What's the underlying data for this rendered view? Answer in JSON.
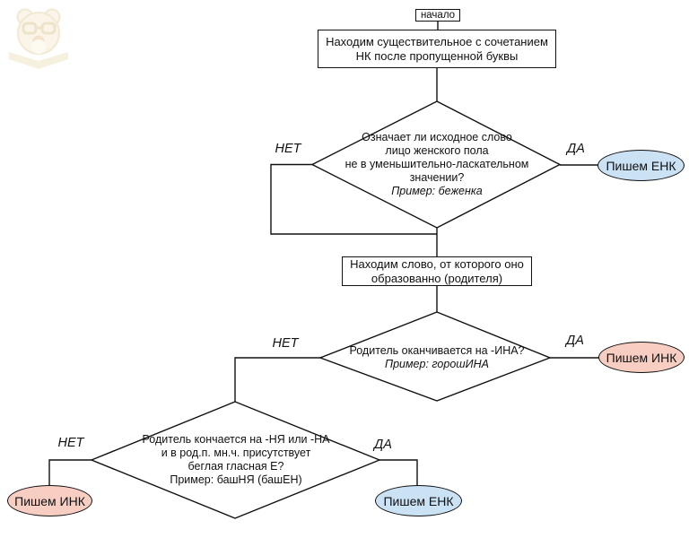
{
  "colors": {
    "background": "#ffffff",
    "stroke": "#111111",
    "enk_fill": "#cbe2f5",
    "ink_fill": "#f8cec2",
    "watermark": "#f6f0de"
  },
  "labels": {
    "yes": "ДА",
    "no": "НЕТ"
  },
  "watermark_icon": "bear-with-book-logo",
  "nodes": {
    "start": {
      "label": "начало"
    },
    "find_noun": {
      "lines": [
        "Находим существительное с сочетанием",
        "НК после пропущенной буквы"
      ]
    },
    "decision_feminine": {
      "lines": [
        "Означает ли исходное слово",
        "лицо женского пола",
        "не в уменьшительно-ласкательном",
        "значении?"
      ],
      "example": "Пример: беженка"
    },
    "result_enk_1": {
      "label": "Пишем ЕНК"
    },
    "find_parent": {
      "lines": [
        "Находим слово, от которого оно",
        "образованно (родителя)"
      ]
    },
    "decision_ina": {
      "lines": [
        "Родитель оканчивается на -ИНА?"
      ],
      "example": "Пример: горошИНА"
    },
    "result_ink_1": {
      "label": "Пишем ИНК"
    },
    "decision_nya_na": {
      "lines": [
        "Родитель кончается на -НЯ или -НА",
        "и в род.п. мн.ч. присутствует",
        "беглая гласная Е?",
        "Пример: башНЯ (башЕН)"
      ]
    },
    "result_ink_2": {
      "label": "Пишем ИНК"
    },
    "result_enk_2": {
      "label": "Пишем ЕНК"
    }
  }
}
